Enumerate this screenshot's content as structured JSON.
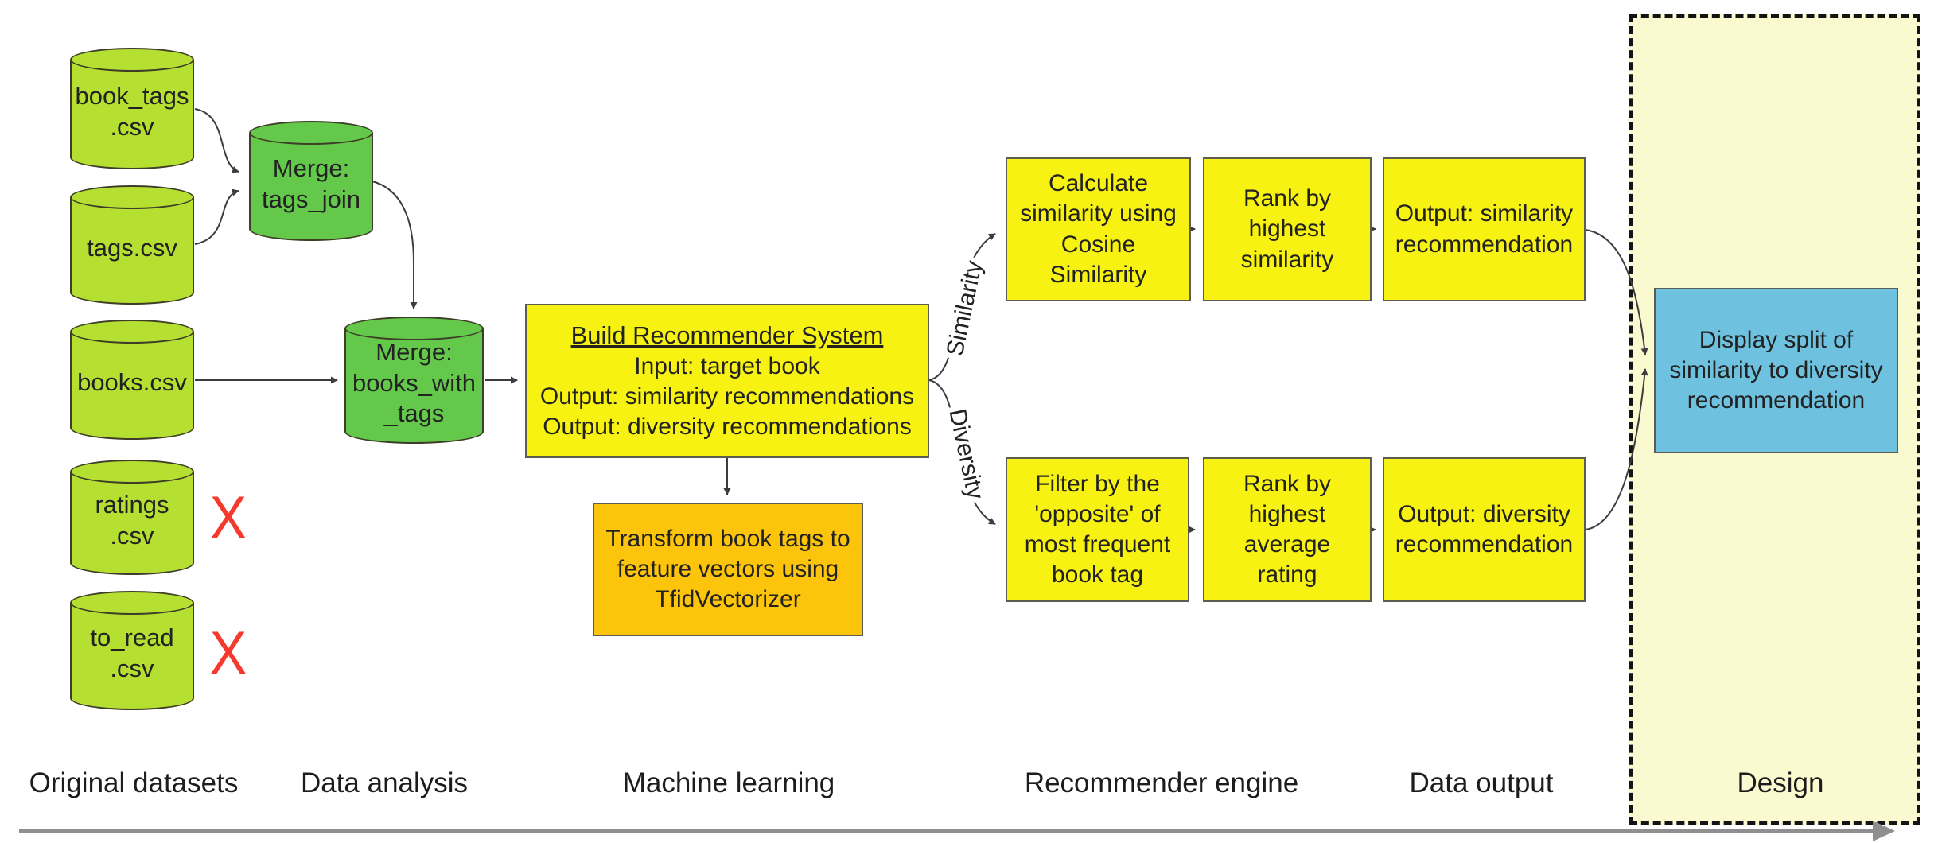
{
  "colors": {
    "dataset_green": "#b5e032",
    "merge_green": "#64c84b",
    "process_yellow": "#f7f211",
    "transform_orange": "#fcc40a",
    "display_blue": "#6fc2df",
    "design_zone_bg": "#fbf9cf",
    "x_mark_red": "#f6392d",
    "connector_gray": "#3d3d3d",
    "timeline_gray": "#8f8f8f"
  },
  "nodes": {
    "book_tags": "book_tags\n.csv",
    "tags": "tags.csv",
    "books": "books.csv",
    "ratings": "ratings\n.csv",
    "to_read": "to_read\n.csv",
    "merge_tags_join": "Merge:\ntags_join",
    "merge_books_with_tags": "Merge:\nbooks_with\n_tags",
    "build_recommender_title": "Build Recommender System",
    "build_recommender_body": "Input: target book\nOutput: similarity recommendations\nOutput: diversity recommendations",
    "transform_tags": "Transform book tags to\nfeature vectors using\nTfidVectorizer",
    "calculate_similarity": "Calculate\nsimilarity using\nCosine\nSimilarity",
    "rank_by_similarity": "Rank by\nhighest\nsimilarity",
    "output_similarity": "Output: similarity\nrecommendation",
    "filter_opposite": "Filter by the\n'opposite' of\nmost frequent\nbook tag",
    "rank_by_rating": "Rank by\nhighest\naverage\nrating",
    "output_diversity": "Output: diversity\nrecommendation",
    "display_split": "Display split of\nsimilarity to diversity\nrecommendation"
  },
  "branch_labels": {
    "similarity": "Similarity",
    "diversity": "Diversity"
  },
  "x_mark": "X",
  "stages": [
    "Original datasets",
    "Data analysis",
    "Machine learning",
    "Recommender engine",
    "Data output",
    "Design"
  ]
}
